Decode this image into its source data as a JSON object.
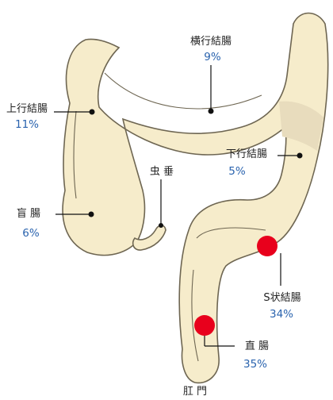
{
  "colors": {
    "colon_fill": "#f6eccb",
    "colon_stroke": "#6e6652",
    "shaded_segment": "#e8dcbd",
    "percent_text": "#2a63ae",
    "marker": "#e8001c",
    "leader": "#111111"
  },
  "segments": [
    {
      "id": "transverse",
      "name": "横行結腸",
      "percent": "9%"
    },
    {
      "id": "ascending",
      "name": "上行結腸",
      "percent": "11%"
    },
    {
      "id": "descending",
      "name": "下行結腸",
      "percent": "5%"
    },
    {
      "id": "cecum",
      "name": "盲 腸",
      "percent": "6%"
    },
    {
      "id": "sigmoid",
      "name": "S状結腸",
      "percent": "34%"
    },
    {
      "id": "rectum",
      "name": "直 腸",
      "percent": "35%"
    }
  ],
  "appendix_label": "虫 垂",
  "anus_label": "肛 門"
}
